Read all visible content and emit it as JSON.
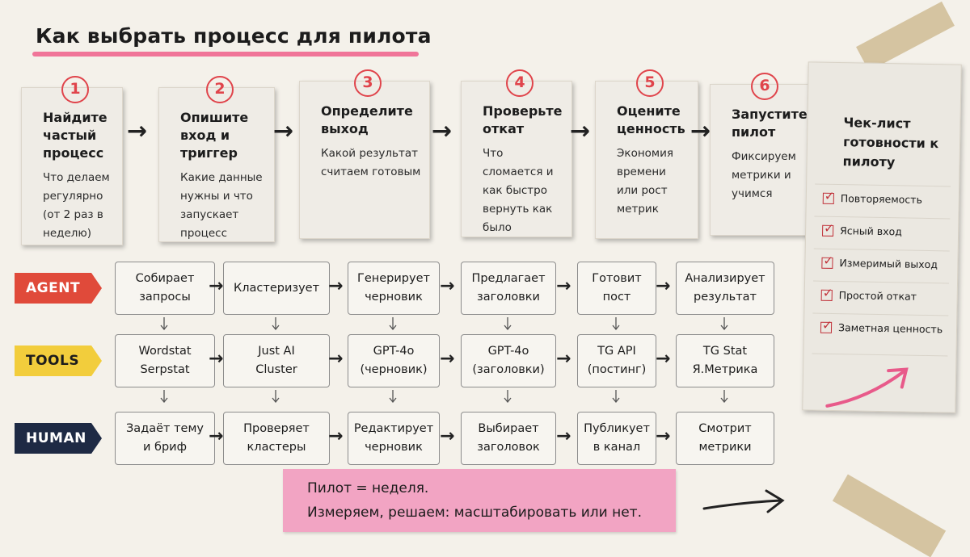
{
  "title": "Как выбрать процесс для пилота",
  "steps": [
    {
      "num": "1",
      "title": "Найдите частый процесс",
      "desc": "Что делаем регулярно (от 2 раз в неделю)"
    },
    {
      "num": "2",
      "title": "Опишите вход и триггер",
      "desc": "Какие данные нужны и что запускает процесс"
    },
    {
      "num": "3",
      "title": "Определите выход",
      "desc": "Какой результат считаем готовым"
    },
    {
      "num": "4",
      "title": "Проверьте откат",
      "desc": "Что сломается и как быстро вернуть как было"
    },
    {
      "num": "5",
      "title": "Оцените ценность",
      "desc": "Экономия времени или рост метрик"
    },
    {
      "num": "6",
      "title": "Запустите пилот",
      "desc": "Фиксируем метрики и учимся"
    }
  ],
  "lanes": [
    {
      "label": "AGENT",
      "color": "#e04a3a",
      "cells": [
        "Собирает\nзапросы",
        "Кластеризует",
        "Генерирует\nчерновик",
        "Предлагает\nзаголовки",
        "Готовит\nпост",
        "Анализирует\nрезультат"
      ]
    },
    {
      "label": "TOOLS",
      "color": "#f2cd3c",
      "cells": [
        "Wordstat\nSerpstat",
        "Just AI\nCluster",
        "GPT-4o\n(черновик)",
        "GPT-4o\n(заголовки)",
        "TG API\n(постинг)",
        "TG Stat\nЯ.Метрика"
      ]
    },
    {
      "label": "HUMAN",
      "color": "#1e2a44",
      "cells": [
        "Задаёт тему\nи бриф",
        "Проверяет\nкластеры",
        "Редактирует\nчерновик",
        "Выбирает\nзаголовок",
        "Публикует\nв канал",
        "Смотрит\nметрики"
      ]
    }
  ],
  "checklist": {
    "title": "Чек-лист готовности к пилоту",
    "items": [
      "Повторяемость",
      "Ясный вход",
      "Измеримый выход",
      "Простой откат",
      "Заметная ценность"
    ]
  },
  "note": {
    "line1": "Пилот = неделя.",
    "line2": "Измеряем, решаем: масштабировать или нет."
  },
  "icons": {
    "flow_arrow": "right-arrow-icon",
    "check": "checkbox-checked-icon"
  }
}
